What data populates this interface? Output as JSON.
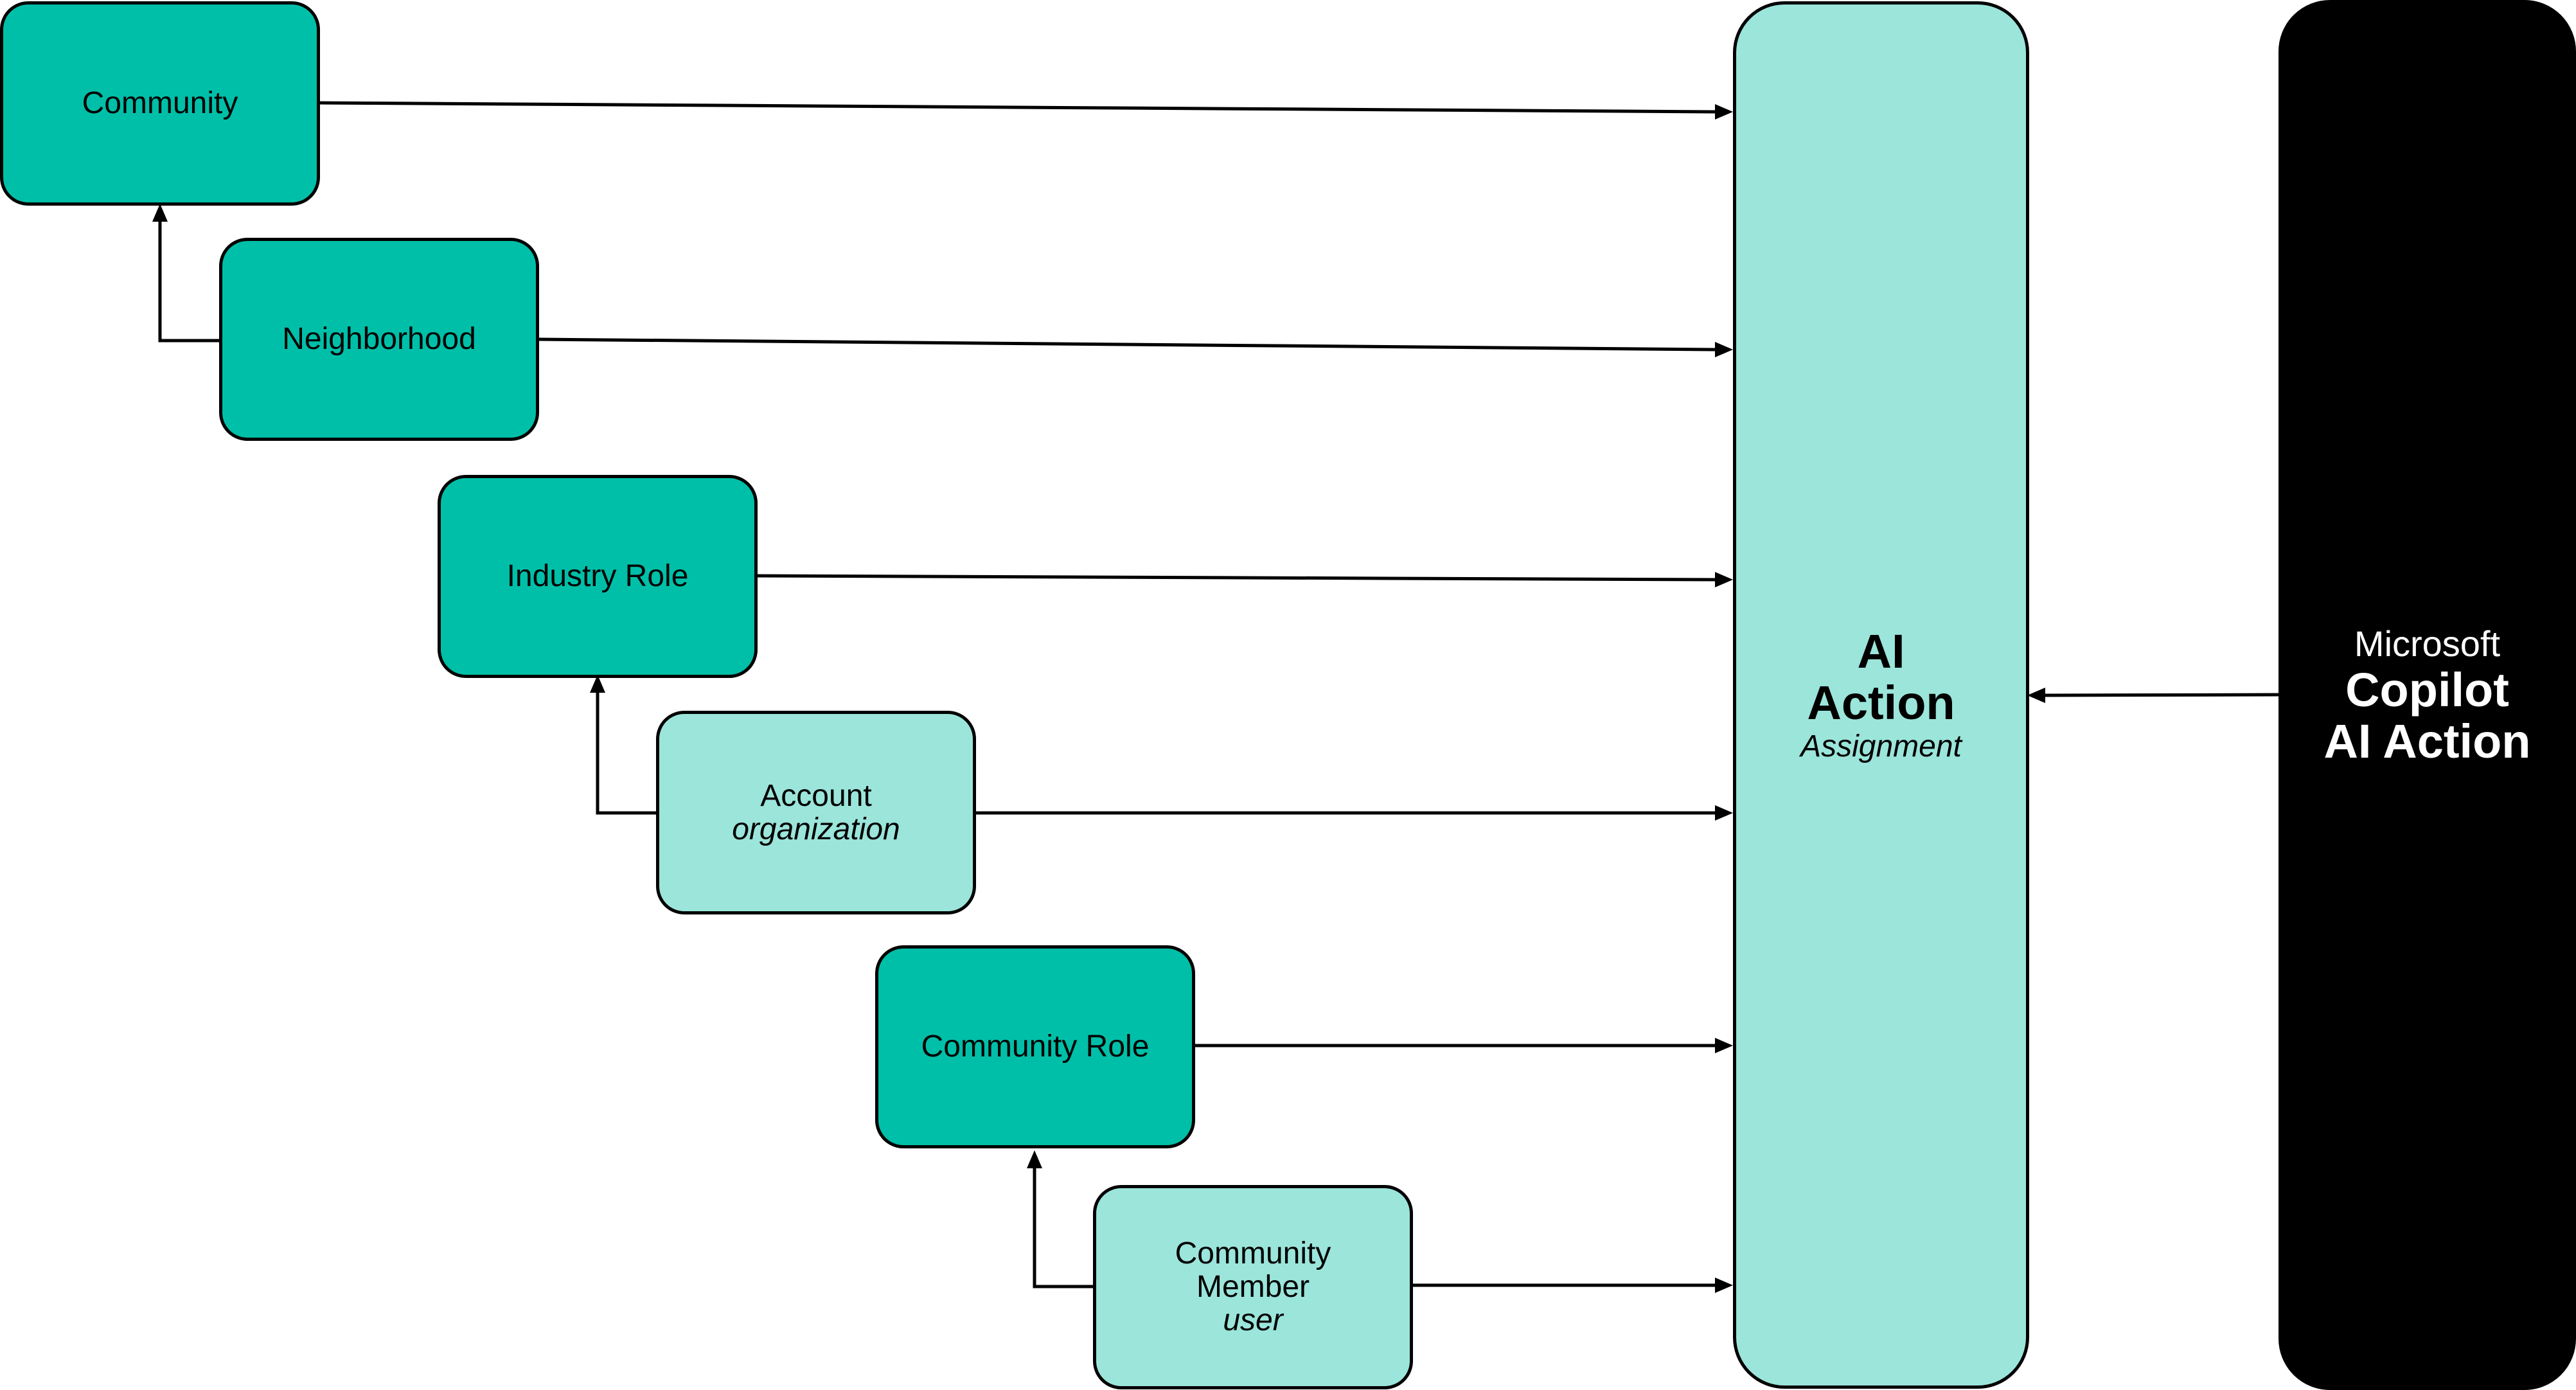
{
  "colors": {
    "dark_teal": "#00bfa8",
    "light_teal": "#9be5db",
    "black": "#000000",
    "white": "#ffffff"
  },
  "nodes": {
    "community": {
      "label": "Community"
    },
    "neighborhood": {
      "label": "Neighborhood"
    },
    "industry_role": {
      "label": "Industry Role"
    },
    "account": {
      "label": "Account",
      "sub": "organization"
    },
    "community_role": {
      "label": "Community Role"
    },
    "community_member": {
      "label_line1": "Community",
      "label_line2": "Member",
      "sub": "user"
    }
  },
  "ai_action": {
    "line1": "AI",
    "line2": "Action",
    "sub": "Assignment"
  },
  "copilot": {
    "line1": "Microsoft",
    "line2": "Copilot",
    "line3": "AI Action"
  }
}
